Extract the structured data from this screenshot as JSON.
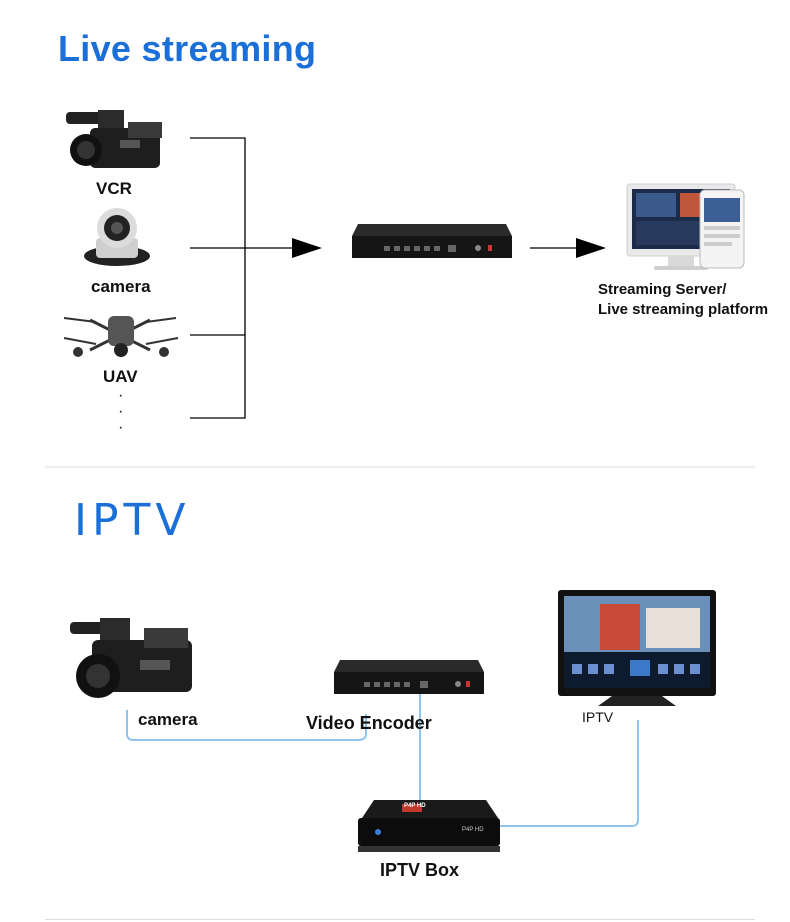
{
  "live": {
    "title": "Live streaming",
    "sources": [
      "VCR",
      "camera",
      "UAV"
    ],
    "ellipsis": [
      "·",
      "·",
      "·"
    ],
    "output_label_line1": "Streaming Server/",
    "output_label_line2": "Live streaming platform"
  },
  "iptv": {
    "title": "IPTV",
    "camera_label": "camera",
    "encoder_label": "Video Encoder",
    "tv_label": "IPTV",
    "box_label": "IPTV Box",
    "box_logo": "P4P HD",
    "box_text": "P4P HD"
  },
  "colors": {
    "heading": "#1a6fd8",
    "line_blue": "#8fc4ea",
    "line_black": "#000000",
    "divider": "#dddddd"
  }
}
